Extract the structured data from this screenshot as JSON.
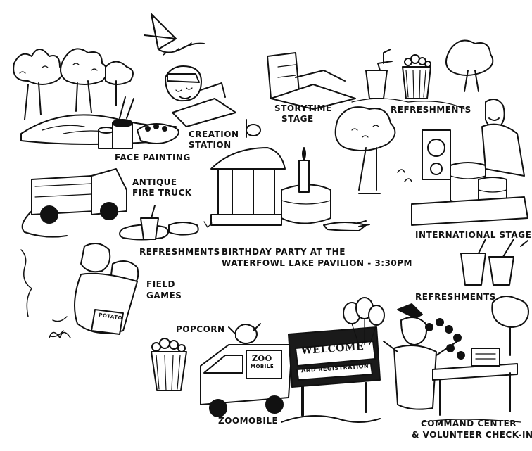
{
  "labels": {
    "face_painting": "FACE PAINTING",
    "creation_station_1": "CREATION",
    "creation_station_2": "STATION",
    "storytime_stage_1": "STORYTIME",
    "storytime_stage_2": "STAGE",
    "refreshments_top": "REFRESHMENTS",
    "antique_fire_truck_1": "ANTIQUE",
    "antique_fire_truck_2": "FIRE TRUCK",
    "international_stage": "INTERNATIONAL STAGE",
    "refreshments_left": "REFRESHMENTS",
    "birthday_party_1": "BIRTHDAY PARTY AT THE",
    "birthday_party_2": "WATERFOWL LAKE PAVILION - 3:30PM",
    "field_games_1": "FIELD",
    "field_games_2": "GAMES",
    "refreshments_right": "REFRESHMENTS",
    "popcorn": "POPCORN",
    "zoomobile": "ZOOMOBILE",
    "command_center_1": "COMMAND CENTER",
    "command_center_2": "& VOLUNTEER CHECK-IN"
  },
  "sign": {
    "welcome": "WELCOME",
    "registration": "AND REGISTRATION"
  },
  "van_text": {
    "zoo": "ZOO",
    "mobile": "MOBILE"
  },
  "sack_text": "POTATO",
  "icons": [
    "kite-icon",
    "tree-icon",
    "paint-can-icon",
    "palette-icon",
    "fire-truck-icon",
    "pavilion-icon",
    "cake-icon",
    "drum-icon",
    "speaker-icon",
    "balloon-icon",
    "popcorn-box-icon",
    "van-icon",
    "welcome-sign-icon",
    "drink-cup-icon",
    "hot-dog-icon"
  ],
  "colors": {
    "ink": "#111111",
    "paper": "#ffffff",
    "sign": "#1a1a1a"
  }
}
